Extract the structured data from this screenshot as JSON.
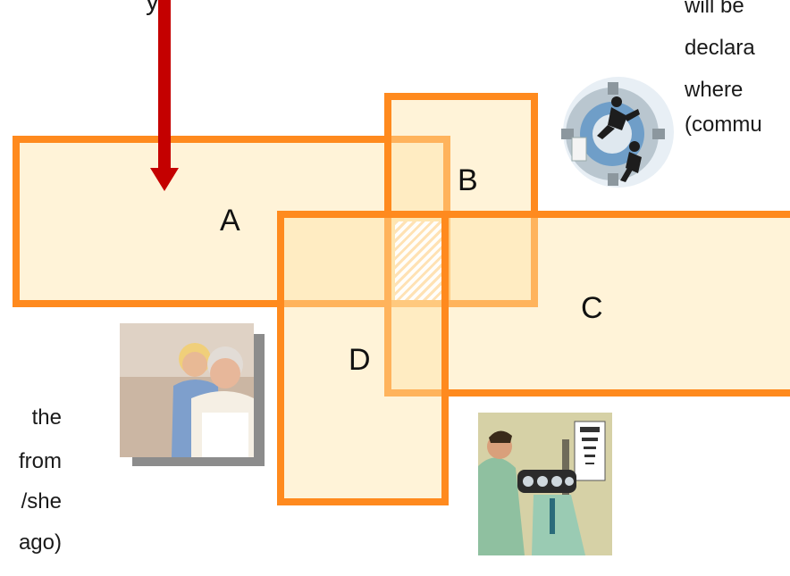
{
  "text_top_right": [
    "will  be",
    "declara",
    "where",
    "(commu"
  ],
  "text_bottom_left": [
    "the",
    "from",
    "/she",
    "ago)"
  ],
  "top_left_fragment": "y",
  "regions": {
    "a": "A",
    "b": "B",
    "c": "C",
    "d": "D"
  },
  "colors": {
    "border": "#ff8a1e",
    "fill": "#ffe7b8",
    "arrow": "#c40000"
  },
  "images": {
    "top_right": "gear-businessmen-clipart",
    "left": "senior-couple-photo",
    "bottom": "eye-exam-clipart"
  }
}
